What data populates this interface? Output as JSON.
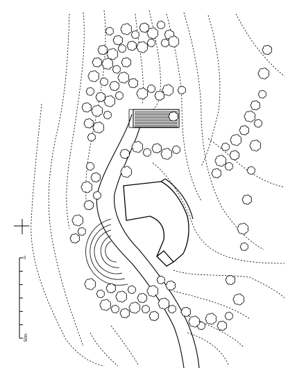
{
  "plan": {
    "scale_bar": {
      "zero_label": "0",
      "unit_label": "50m",
      "ticks": 6
    },
    "north_arrow": "crosshair",
    "line_color": "#000000",
    "background": "#ffffff"
  }
}
